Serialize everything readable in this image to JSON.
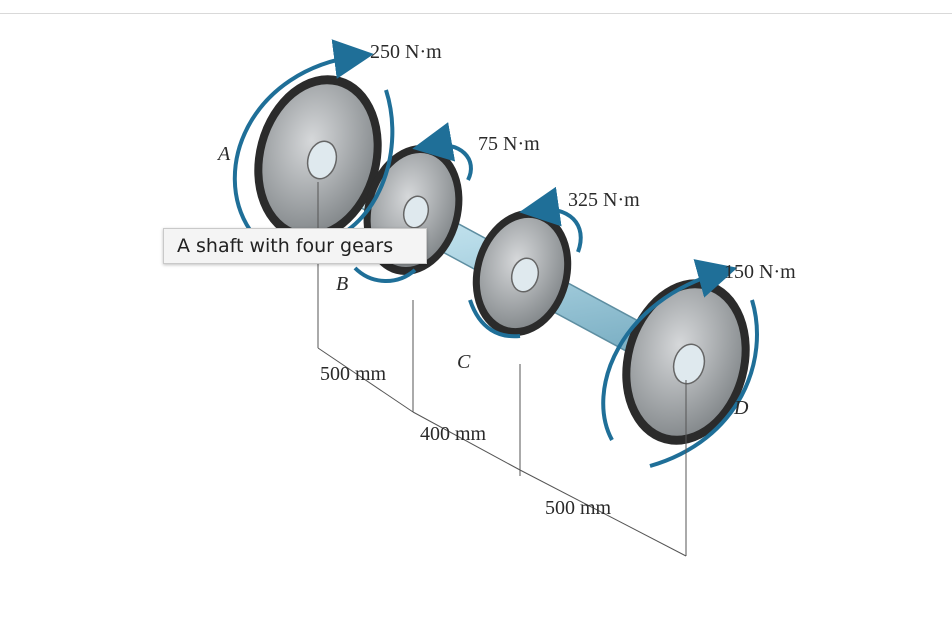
{
  "figure": {
    "tooltip": "A shaft with four gears",
    "torques": {
      "a": "250 N·m",
      "b": "75 N·m",
      "c": "325 N·m",
      "d": "150 N·m"
    },
    "gears": {
      "a": "A",
      "b": "B",
      "c": "C",
      "d": "D"
    },
    "dimensions": {
      "ab": "500 mm",
      "bc": "400 mm",
      "cd": "500 mm"
    },
    "colors": {
      "torque_arrow": "#1f6f98",
      "shaft": "#bfe0ec",
      "gear": "#8a8f93"
    }
  }
}
